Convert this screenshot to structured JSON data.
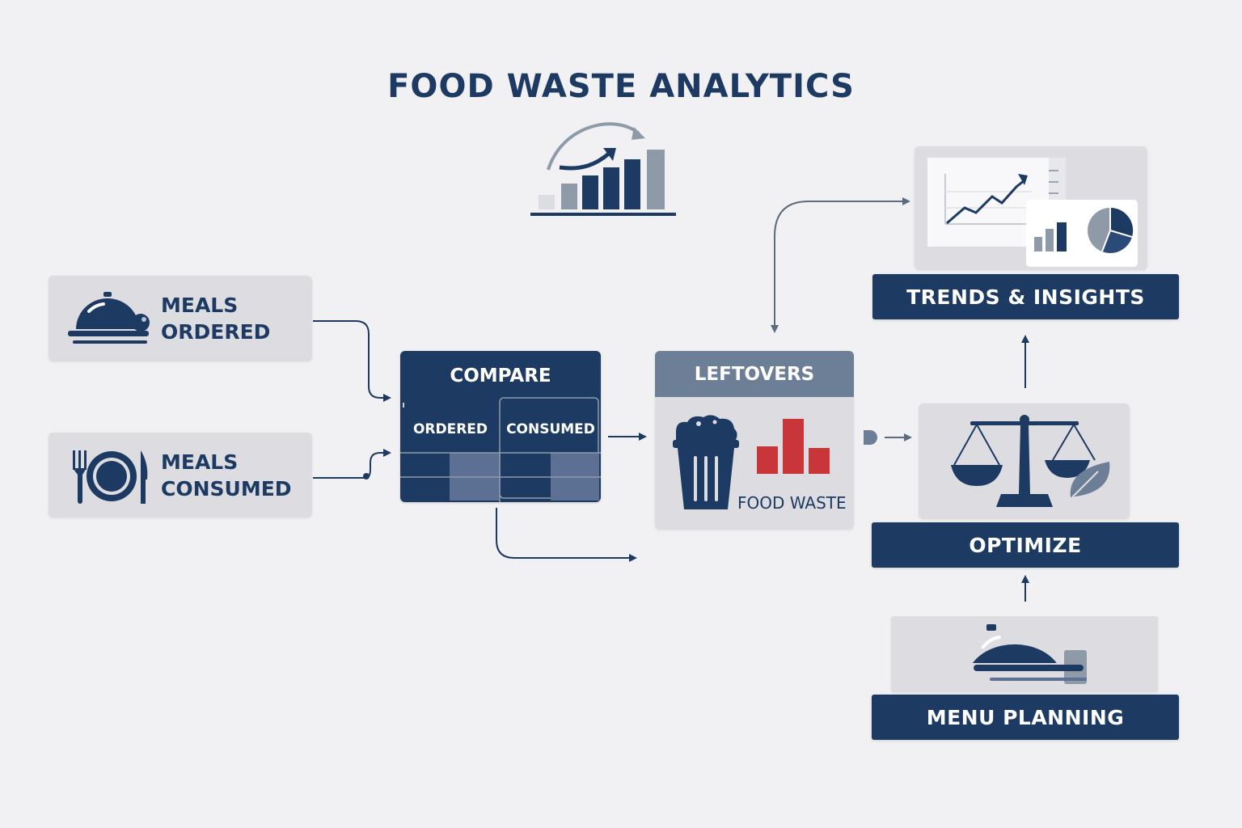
{
  "title": "FOOD WASTE ANALYTICS",
  "inputs": {
    "meals_ordered": {
      "line1": "MEALS",
      "line2": "ORDERED",
      "icon": "cloche-icon"
    },
    "meals_consumed": {
      "line1": "MEALS",
      "line2": "CONSUMED",
      "icon": "plate-cutlery-icon"
    }
  },
  "compare": {
    "title": "COMPARE",
    "col_ordered": "ORDERED",
    "col_consumed": "CONSUMED"
  },
  "leftovers": {
    "title": "LEFTOVERS",
    "waste_label": "FOOD WASTE",
    "icon": "trash-bin-icon",
    "chart_icon": "bar-chart-icon"
  },
  "trends": {
    "label": "TRENDS & INSIGHTS",
    "icon": "report-charts-icon"
  },
  "optimize": {
    "label": "OPTIMIZE",
    "icon": "balance-scale-leaf-icon"
  },
  "menu_planning": {
    "label": "MENU PLANNING",
    "icon": "cloche-card-icon"
  },
  "colors": {
    "navy": "#1d3a63",
    "slate": "#6d7f97",
    "card_gray": "#dddde1",
    "background": "#f1f0f2",
    "waste_red": "#c8363a"
  }
}
